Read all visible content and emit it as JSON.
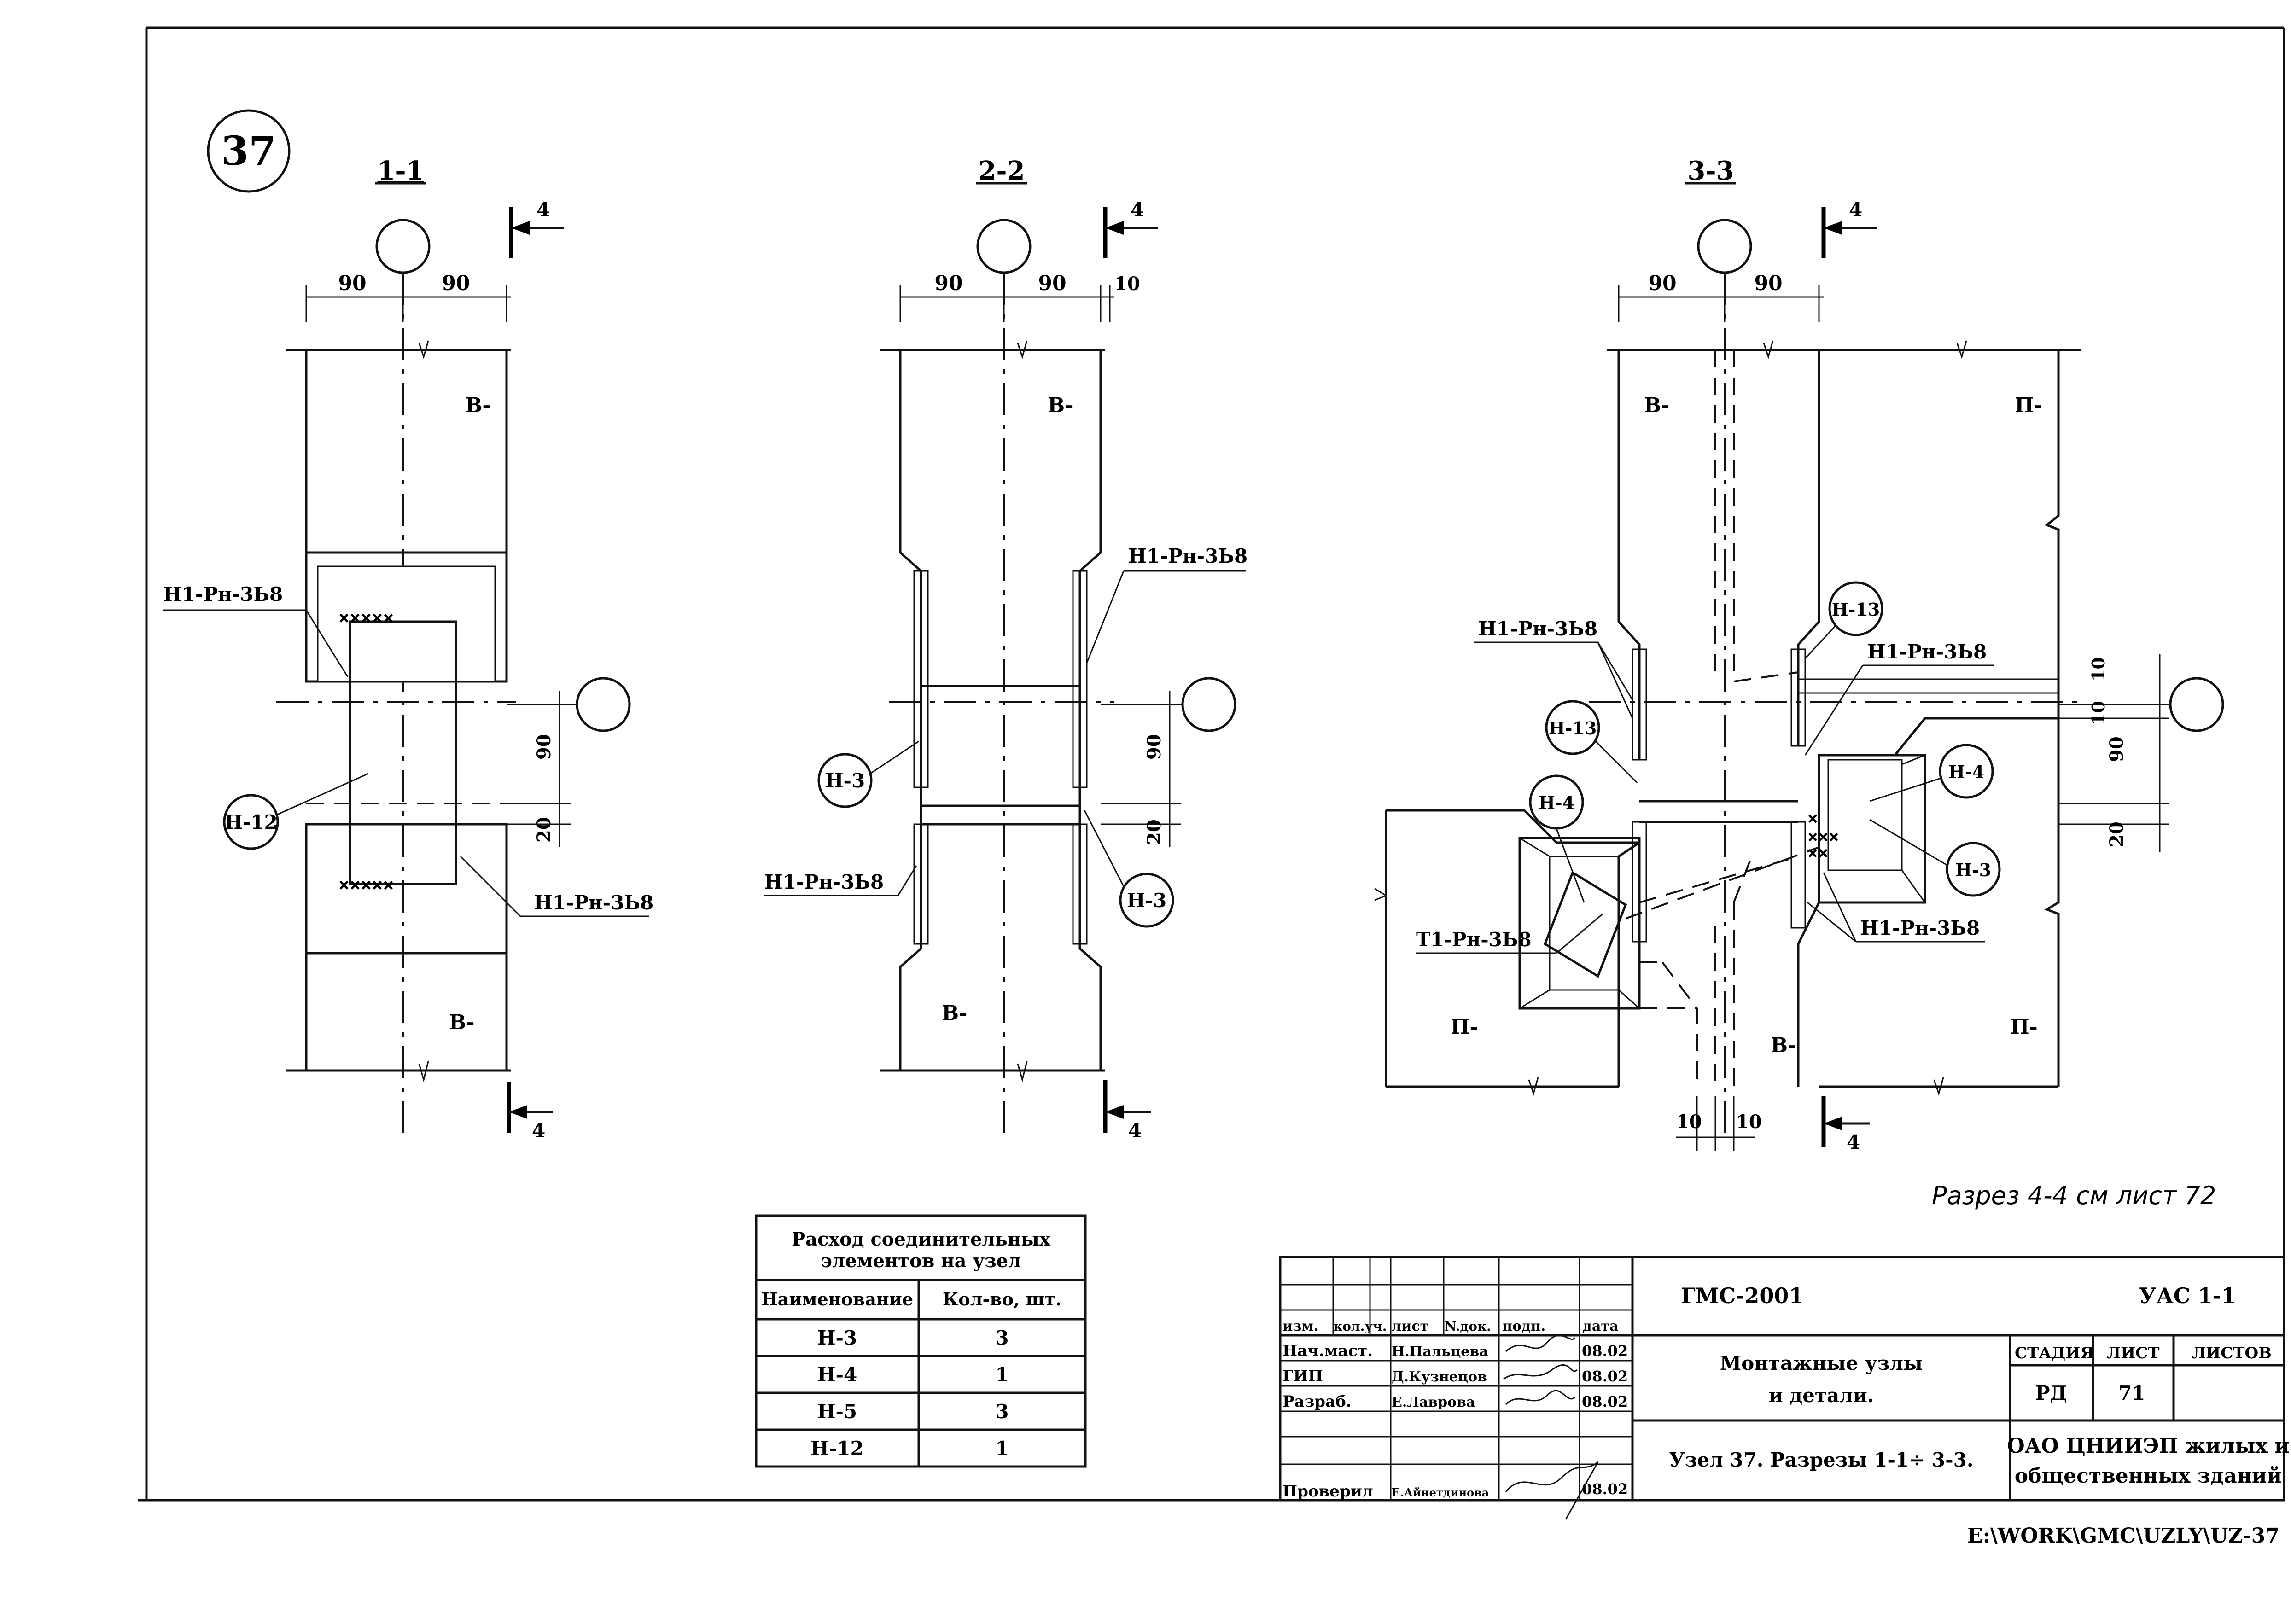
{
  "node": {
    "number": "37"
  },
  "sections": {
    "s1": {
      "title": "1-1"
    },
    "s2": {
      "title": "2-2"
    },
    "s3": {
      "title": "3-3"
    }
  },
  "marks": {
    "section_4": "4",
    "dim_90": "90",
    "dim_10": "10",
    "dim_20": "20",
    "wall_B": "В-",
    "wall_P": "П-",
    "weld": "Н1-Рн-3Ь8",
    "weld_t": "Т1-Рн-3Ь8",
    "h3": "Н-3",
    "h4": "Н-4",
    "h12": "Н-12",
    "h13": "Н-13"
  },
  "note": "Разрез 4-4 см лист 72",
  "consumption_table": {
    "title_line1": "Расход соединительных",
    "title_line2": "элементов на узел",
    "header_name": "Наименование",
    "header_qty": "Кол-во, шт.",
    "rows": [
      {
        "name": "Н-3",
        "qty": "3"
      },
      {
        "name": "Н-4",
        "qty": "1"
      },
      {
        "name": "Н-5",
        "qty": "3"
      },
      {
        "name": "Н-12",
        "qty": "1"
      }
    ]
  },
  "title_block": {
    "doc_code": "ГМС-2001",
    "series": "УАС 1-1",
    "headers": [
      "изм.",
      "кол.уч.",
      "лист",
      "N.док.",
      "подп.",
      "дата"
    ],
    "people": [
      {
        "role": "Нач.маст.",
        "name": "Н.Пальцева",
        "date": "08.02"
      },
      {
        "role": "ГИП",
        "name": "Д.Кузнецов",
        "date": "08.02"
      },
      {
        "role": "Разраб.",
        "name": "Е.Лаврова",
        "date": "08.02"
      },
      {
        "role": "Проверил",
        "name": "Е.Айнетдинова",
        "date": "08.02"
      }
    ],
    "name_line1": "Монтажные узлы",
    "name_line2": "и детали.",
    "sheet_title": "Узел 37.  Разрезы 1-1÷ 3-3.",
    "stage_label": "СТАДИЯ",
    "sheet_label": "ЛИСТ",
    "sheets_label": "ЛИСТОВ",
    "stage": "РД",
    "sheet": "71",
    "org_line1": "ОАО ЦНИИЭП жилых и",
    "org_line2": "общественных зданий"
  },
  "file_path": "E:\\WORK\\GMC\\UZLY\\UZ-37"
}
